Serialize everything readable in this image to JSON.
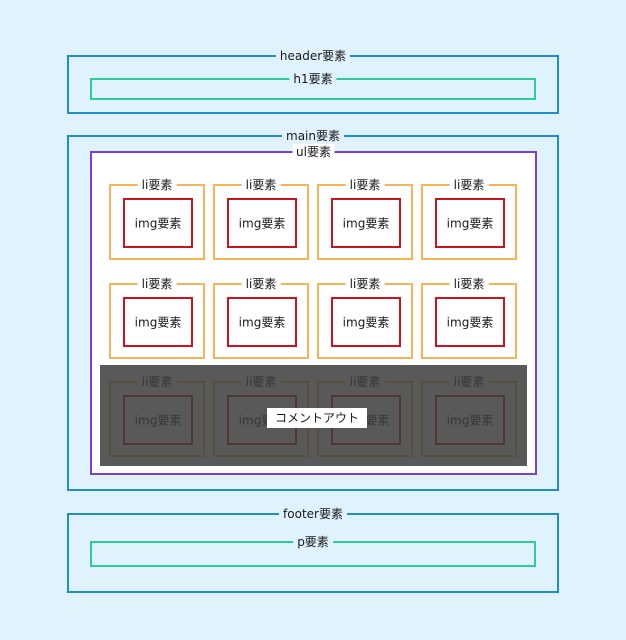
{
  "header": {
    "label": "header要素",
    "h1_label": "h1要素"
  },
  "main": {
    "label": "main要素",
    "ul_label": "ul要素"
  },
  "items": [
    [
      "li要素",
      "img要素"
    ],
    [
      "li要素",
      "img要素"
    ],
    [
      "li要素",
      "img要素"
    ],
    [
      "li要素",
      "img要素"
    ],
    [
      "li要素",
      "img要素"
    ],
    [
      "li要素",
      "img要素"
    ],
    [
      "li要素",
      "img要素"
    ],
    [
      "li要素",
      "img要素"
    ],
    [
      "li要素",
      "img要素"
    ],
    [
      "li要素",
      "img要素"
    ],
    [
      "li要素",
      "img要素"
    ],
    [
      "li要素",
      "img要素"
    ]
  ],
  "comment_out": "コメントアウト",
  "footer": {
    "label": "footer要素",
    "p_label": "p要素"
  },
  "colors": {
    "background": "#e0f2fe",
    "section_border": "#1e8fc6",
    "inner_border": "#2ecc9a",
    "ul_border": "#7b3fd4",
    "li_border": "#f5b35a",
    "img_border": "#c8141e"
  }
}
